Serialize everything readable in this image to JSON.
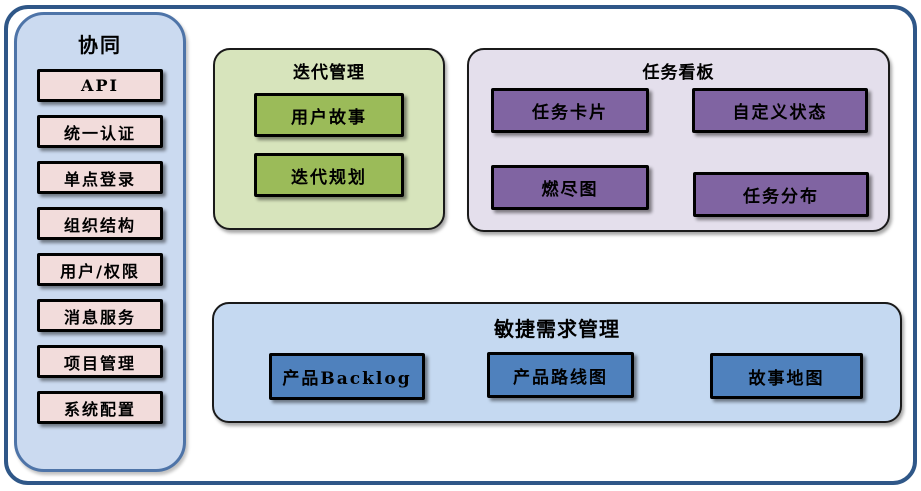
{
  "sidebar": {
    "title": "协同",
    "items": [
      "API",
      "统一认证",
      "单点登录",
      "组织结构",
      "用户/权限",
      "消息服务",
      "项目管理",
      "系统配置"
    ]
  },
  "panels": {
    "iteration": {
      "title": "迭代管理",
      "items": [
        "用户故事",
        "迭代规划"
      ]
    },
    "kanban": {
      "title": "任务看板",
      "items": [
        "任务卡片",
        "自定义状态",
        "燃尽图",
        "任务分布"
      ]
    },
    "requirements": {
      "title": "敏捷需求管理",
      "items": [
        "产品Backlog",
        "产品路线图",
        "故事地图"
      ]
    }
  },
  "colors": {
    "frame_border": "#2F5788",
    "sidebar_bg": "#CBDAF0",
    "sidebar_border": "#4E74A8",
    "sidebar_item_bg": "#F2DCDB",
    "iteration_panel_bg": "#D7E4BC",
    "iteration_item_bg": "#9BBB59",
    "kanban_panel_bg": "#E4DFEC",
    "kanban_item_bg": "#8064A2",
    "requirements_panel_bg": "#C5D9F1",
    "requirements_item_bg": "#4F81BD",
    "shape_outline": "#000000"
  }
}
